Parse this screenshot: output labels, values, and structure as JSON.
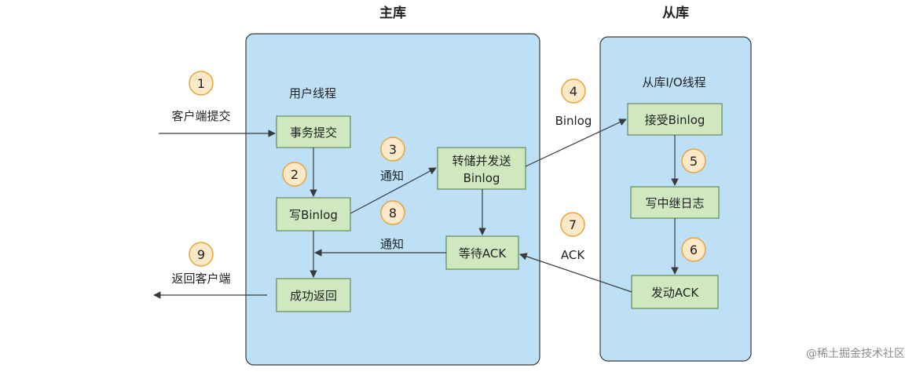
{
  "panels": {
    "master_title": "主库",
    "slave_title": "从库",
    "master_sub": "用户线程",
    "slave_sub": "从库I/O线程"
  },
  "boxes": {
    "commit_tx": "事务提交",
    "write_binlog": "写Binlog",
    "return_success": "成功返回",
    "dump_send_line1": "转储并发送",
    "dump_send_line2": "Binlog",
    "wait_ack": "等待ACK",
    "receive_binlog": "接受Binlog",
    "write_relay": "写中继日志",
    "send_ack": "发动ACK"
  },
  "steps": {
    "s1": "1",
    "s2": "2",
    "s3": "3",
    "s4": "4",
    "s5": "5",
    "s6": "6",
    "s7": "7",
    "s8": "8",
    "s9": "9"
  },
  "edge_labels": {
    "client_submit": "客户端提交",
    "notify_1": "通知",
    "binlog": "Binlog",
    "notify_2": "通知",
    "ack": "ACK",
    "return_client": "返回客户端"
  },
  "watermark": "@稀土掘金技术社区",
  "colors": {
    "panel_fill": "#bde0f7",
    "panel_stroke": "#3c3c3c",
    "box_fill": "#cfe8c0",
    "box_stroke": "#4f7a3c",
    "circle_fill": "#fde8c8",
    "circle_stroke": "#e8a33d",
    "arrow": "#3a3a3a"
  }
}
